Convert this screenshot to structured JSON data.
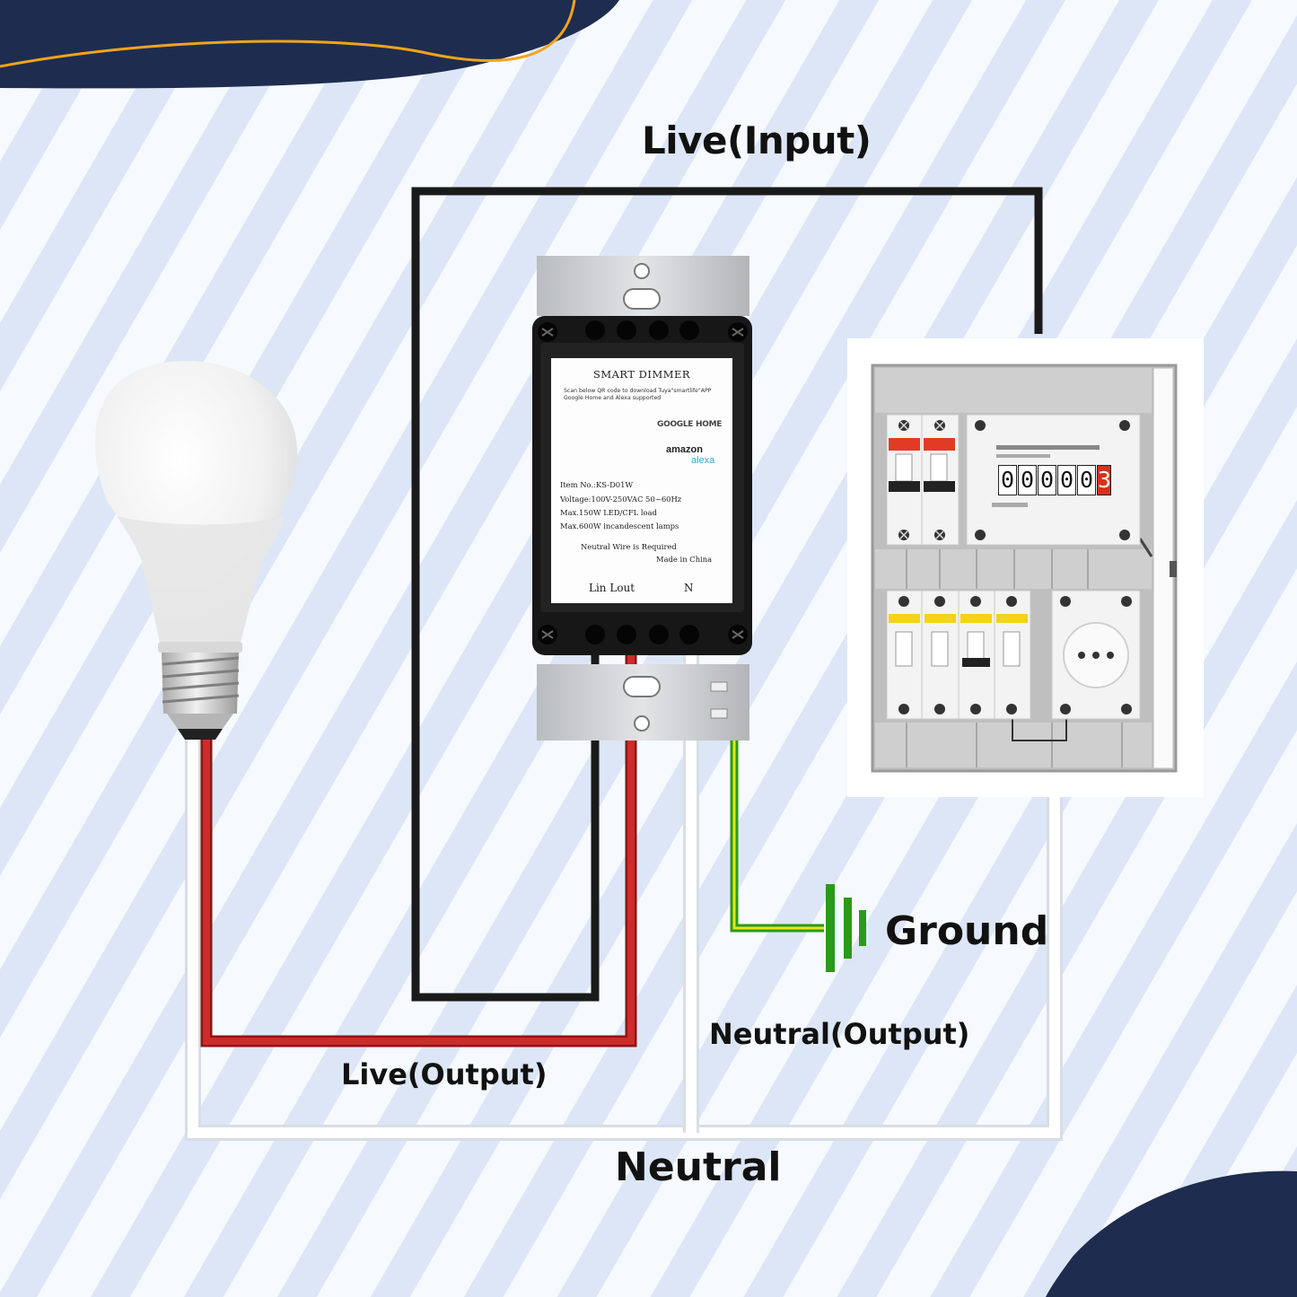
{
  "labels": {
    "live_input": "Live(Input)",
    "live_output": "Live(Output)",
    "neutral_output": "Neutral(Output)",
    "neutral": "Neutral",
    "ground": "Ground"
  },
  "dimmer": {
    "title": "SMART DIMMER",
    "scan_text": "Scan below QR code to download Tuya\"smartlife\"APP Google Home and Alexa supported",
    "google_home": "GOOGLE HOME",
    "amazon": "amazon",
    "alexa": "alexa",
    "specs": [
      "Item No.:KS-D01W",
      "Voltage:100V-250VAC 50~60Hz",
      "Max.150W LED/CFL load",
      "Max.600W incandescent lamps"
    ],
    "warning": "Neutral Wire is Required",
    "made_in": "Made in China",
    "terminal_l": "Lin Lout",
    "terminal_n": "N"
  },
  "meter": {
    "digits": [
      "0",
      "0",
      "0",
      "0",
      "0",
      "3"
    ]
  },
  "colors": {
    "live_wire": "#1a1a1a",
    "live_output_wire": "#d02a2a",
    "neutral_wire": "#ffffff",
    "ground_wire": "#2a9a1a",
    "ground_wire_stripe": "#e6e619",
    "breaker_red": "#e23b25",
    "breaker_yellow": "#f3d21a",
    "corner_navy": "#1e2d4f",
    "corner_accent": "#f3a41c"
  }
}
